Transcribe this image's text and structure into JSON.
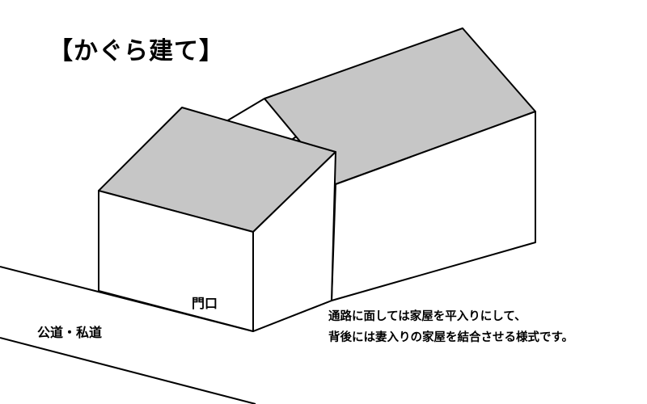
{
  "title": "【かぐら建て】",
  "labels": {
    "gate": "門口",
    "road": "公道・私道"
  },
  "description": {
    "line1": "通路に面しては家屋を平入りにして、",
    "line2": "背後には妻入りの家屋を結合させる様式です。"
  },
  "colors": {
    "roof": "#c6c6c6",
    "wall": "#ffffff",
    "stroke": "#000000"
  }
}
